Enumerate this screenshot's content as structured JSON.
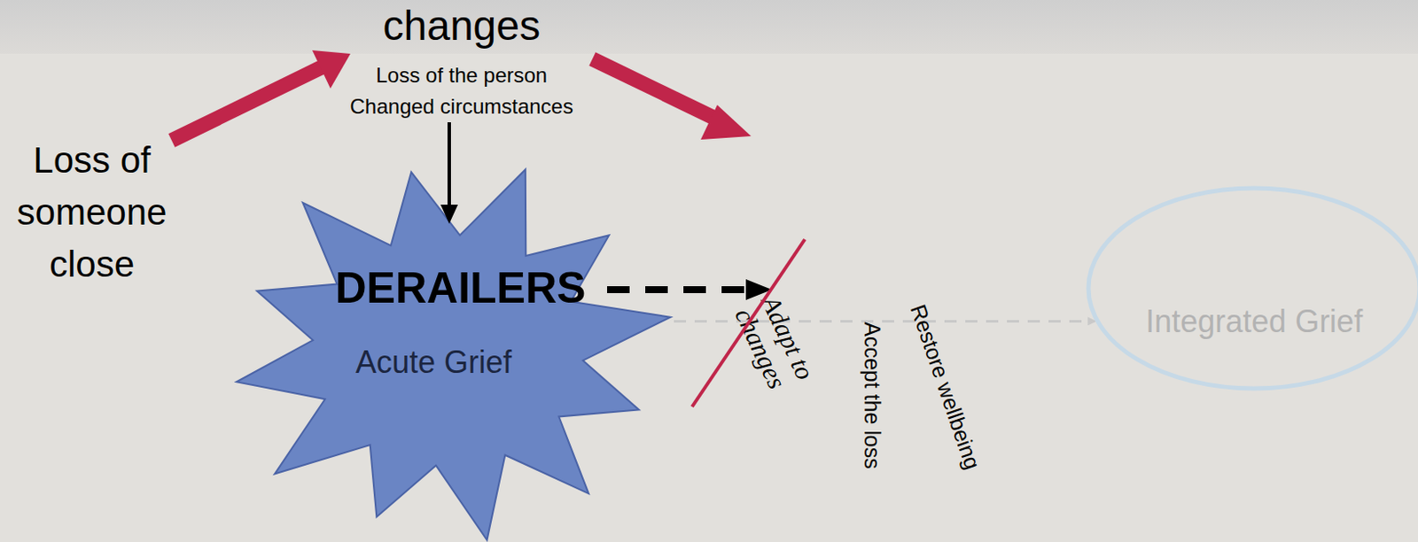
{
  "diagram": {
    "nodes": [
      {
        "text": [
          "DERAILERS",
          "Acute Grief"
        ]
      },
      {
        "text": [
          "Integrated Grief"
        ]
      }
    ],
    "edges": [
      {
        "from": 0,
        "to": 1,
        "arrow": "to"
      }
    ],
    "labels": [
      "changes",
      "Loss of the person",
      "Changed circumstances",
      "Loss of someone close",
      "Adapt to changes",
      "Accept the loss",
      "Restore wellbeing"
    ]
  }
}
